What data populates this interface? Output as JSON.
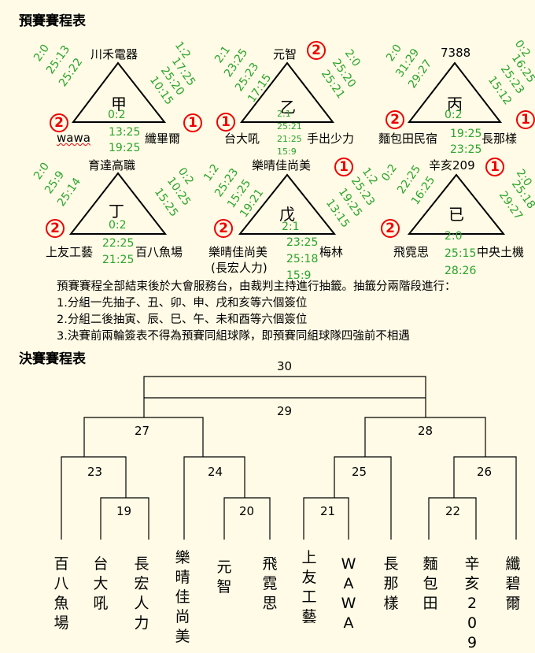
{
  "prelim_title": "預賽賽程表",
  "final_title": "決賽賽程表",
  "groups": [
    {
      "name": "甲",
      "top": "川禾電器",
      "left": "wawa",
      "right": "纖畢爾",
      "left_rank": "2",
      "right_rank": "1",
      "left_scores": [
        "2:0",
        "25:13",
        "25:22"
      ],
      "right_scores": [
        "1:2",
        "17:25",
        "25:20",
        "10:15"
      ],
      "center_score": "0:2",
      "bottom_scores": [
        "13:25",
        "19:25"
      ]
    },
    {
      "name": "乙",
      "top": "元智",
      "top_rank": "2",
      "left": "台大吼",
      "right": "手出少力",
      "left_rank": "1",
      "left_scores": [
        "2:1",
        "23:25",
        "25:23",
        "17:15"
      ],
      "right_scores": [
        "2:0",
        "25:20",
        "25:21"
      ],
      "center_scores": [
        "2:1",
        "25:21",
        "21:25",
        "15:9"
      ]
    },
    {
      "name": "丙",
      "top": "7388",
      "left": "麵包田民宿",
      "right": "長那樣",
      "left_rank": "2",
      "right_rank": "1",
      "left_scores": [
        "2:0",
        "31:29",
        "29:27"
      ],
      "right_scores": [
        "0:2",
        "16:25",
        "25:23",
        "15:12"
      ],
      "center_score": "0:2",
      "bottom_scores": [
        "19:25",
        "23:25"
      ]
    },
    {
      "name": "丁",
      "top": "育達高職",
      "left": "上友工藝",
      "right": "百八魚場",
      "left_rank": "2",
      "left_scores": [
        "2:0",
        "25:9",
        "25:14"
      ],
      "right_scores": [
        "0:2",
        "10:25",
        "15:25"
      ],
      "center_score": "0:2",
      "bottom_scores": [
        "22:25",
        "21:25"
      ]
    },
    {
      "name": "戊",
      "top": "樂晴佳尚美",
      "top_rank": "1",
      "left": "樂晴佳尚美",
      "left_sub": "(長宏人力)",
      "right": "梅林",
      "left_rank": "2",
      "left_scores": [
        "1:2",
        "25:23",
        "15:25",
        "19:21"
      ],
      "right_scores": [
        "1:2",
        "25:23",
        "19:25",
        "13:15"
      ],
      "center_score": "2:1",
      "bottom_scores": [
        "23:25",
        "25:18",
        "15:9"
      ]
    },
    {
      "name": "已",
      "top": "辛亥209",
      "top_rank": "1",
      "left": "飛霓思",
      "right": "中央土機",
      "left_rank": "2",
      "left_scores": [
        "0:2",
        "22:25",
        "16:25"
      ],
      "right_scores": [
        "2:0",
        "25:18",
        "29:27"
      ],
      "center_scores": [
        "2:0",
        "25:15",
        "28:26"
      ]
    }
  ],
  "notes": [
    "預賽賽程全部結束後於大會服務台，由裁判主持進行抽籤。抽籤分兩階段進行：",
    "1.分組一先抽子、丑、卯、申、戌和亥等六個簽位",
    "2.分組二後抽寅、辰、巳、午、未和酉等六個簽位",
    "3.決賽前兩輪簽表不得為預賽同組球隊，即預賽同組球隊四強前不相遇"
  ],
  "rounds": {
    "r30": "30",
    "r29": "29",
    "r27": "27",
    "r28": "28",
    "r23": "23",
    "r24": "24",
    "r25": "25",
    "r26": "26",
    "r19": "19",
    "r20": "20",
    "r21": "21",
    "r22": "22"
  },
  "bracket_teams": [
    "百八魚場",
    "台大吼",
    "長宏人力",
    "樂晴佳尚美",
    "元智",
    "飛霓思",
    "上友工藝",
    "WAWA",
    "長那樣",
    "麵包田",
    "辛亥209",
    "纖碧爾"
  ]
}
